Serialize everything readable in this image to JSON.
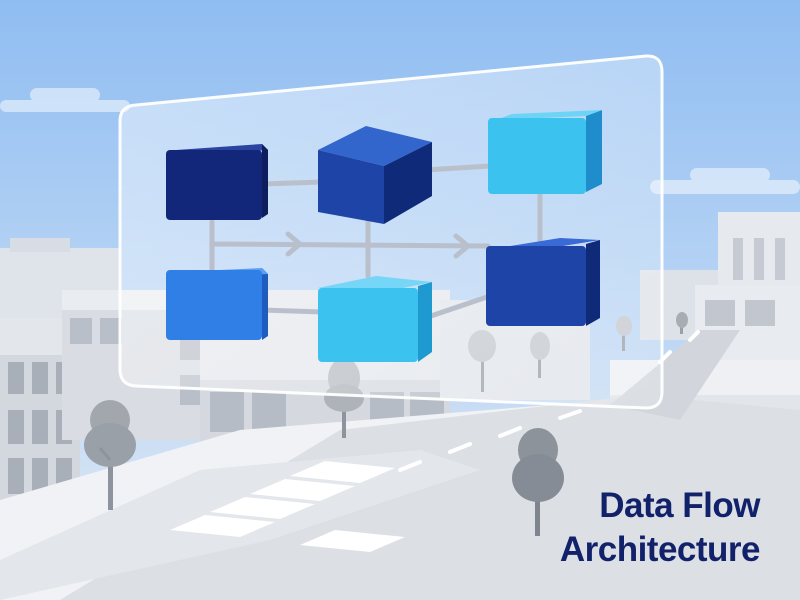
{
  "title": {
    "line1": "Data Flow",
    "line2": "Architecture"
  },
  "colors": {
    "sky_top": "#8fbdf2",
    "sky_bottom": "#dbe7f5",
    "title_text": "#12226a",
    "cube_navy": "#13277a",
    "cube_dark_blue": "#1d44a6",
    "cube_blue": "#2f7fe6",
    "cube_cyan": "#3cc2ef",
    "connector": "#b9c0cc"
  },
  "diagram": {
    "nodes": [
      {
        "id": "node-top-left",
        "color": "navy",
        "shape": "cube"
      },
      {
        "id": "node-top-center",
        "color": "dark-blue",
        "shape": "cube"
      },
      {
        "id": "node-top-right",
        "color": "cyan",
        "shape": "cube"
      },
      {
        "id": "node-bottom-left",
        "color": "blue",
        "shape": "cube"
      },
      {
        "id": "node-bottom-center",
        "color": "cyan",
        "shape": "cube"
      },
      {
        "id": "node-bottom-right",
        "color": "dark-blue",
        "shape": "cube"
      }
    ]
  }
}
